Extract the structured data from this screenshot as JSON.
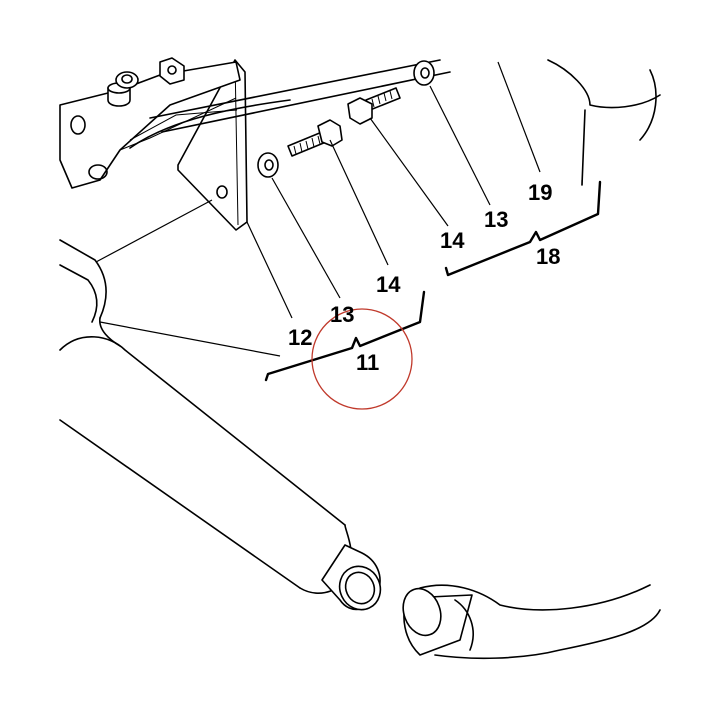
{
  "callouts": {
    "c11": "11",
    "c12": "12",
    "c13a": "13",
    "c14a": "14",
    "c14b": "14",
    "c13b": "13",
    "c19": "19",
    "c18": "18"
  },
  "colors": {
    "highlight_circle": "#c0392b",
    "line": "#000000",
    "background": "#ffffff"
  }
}
